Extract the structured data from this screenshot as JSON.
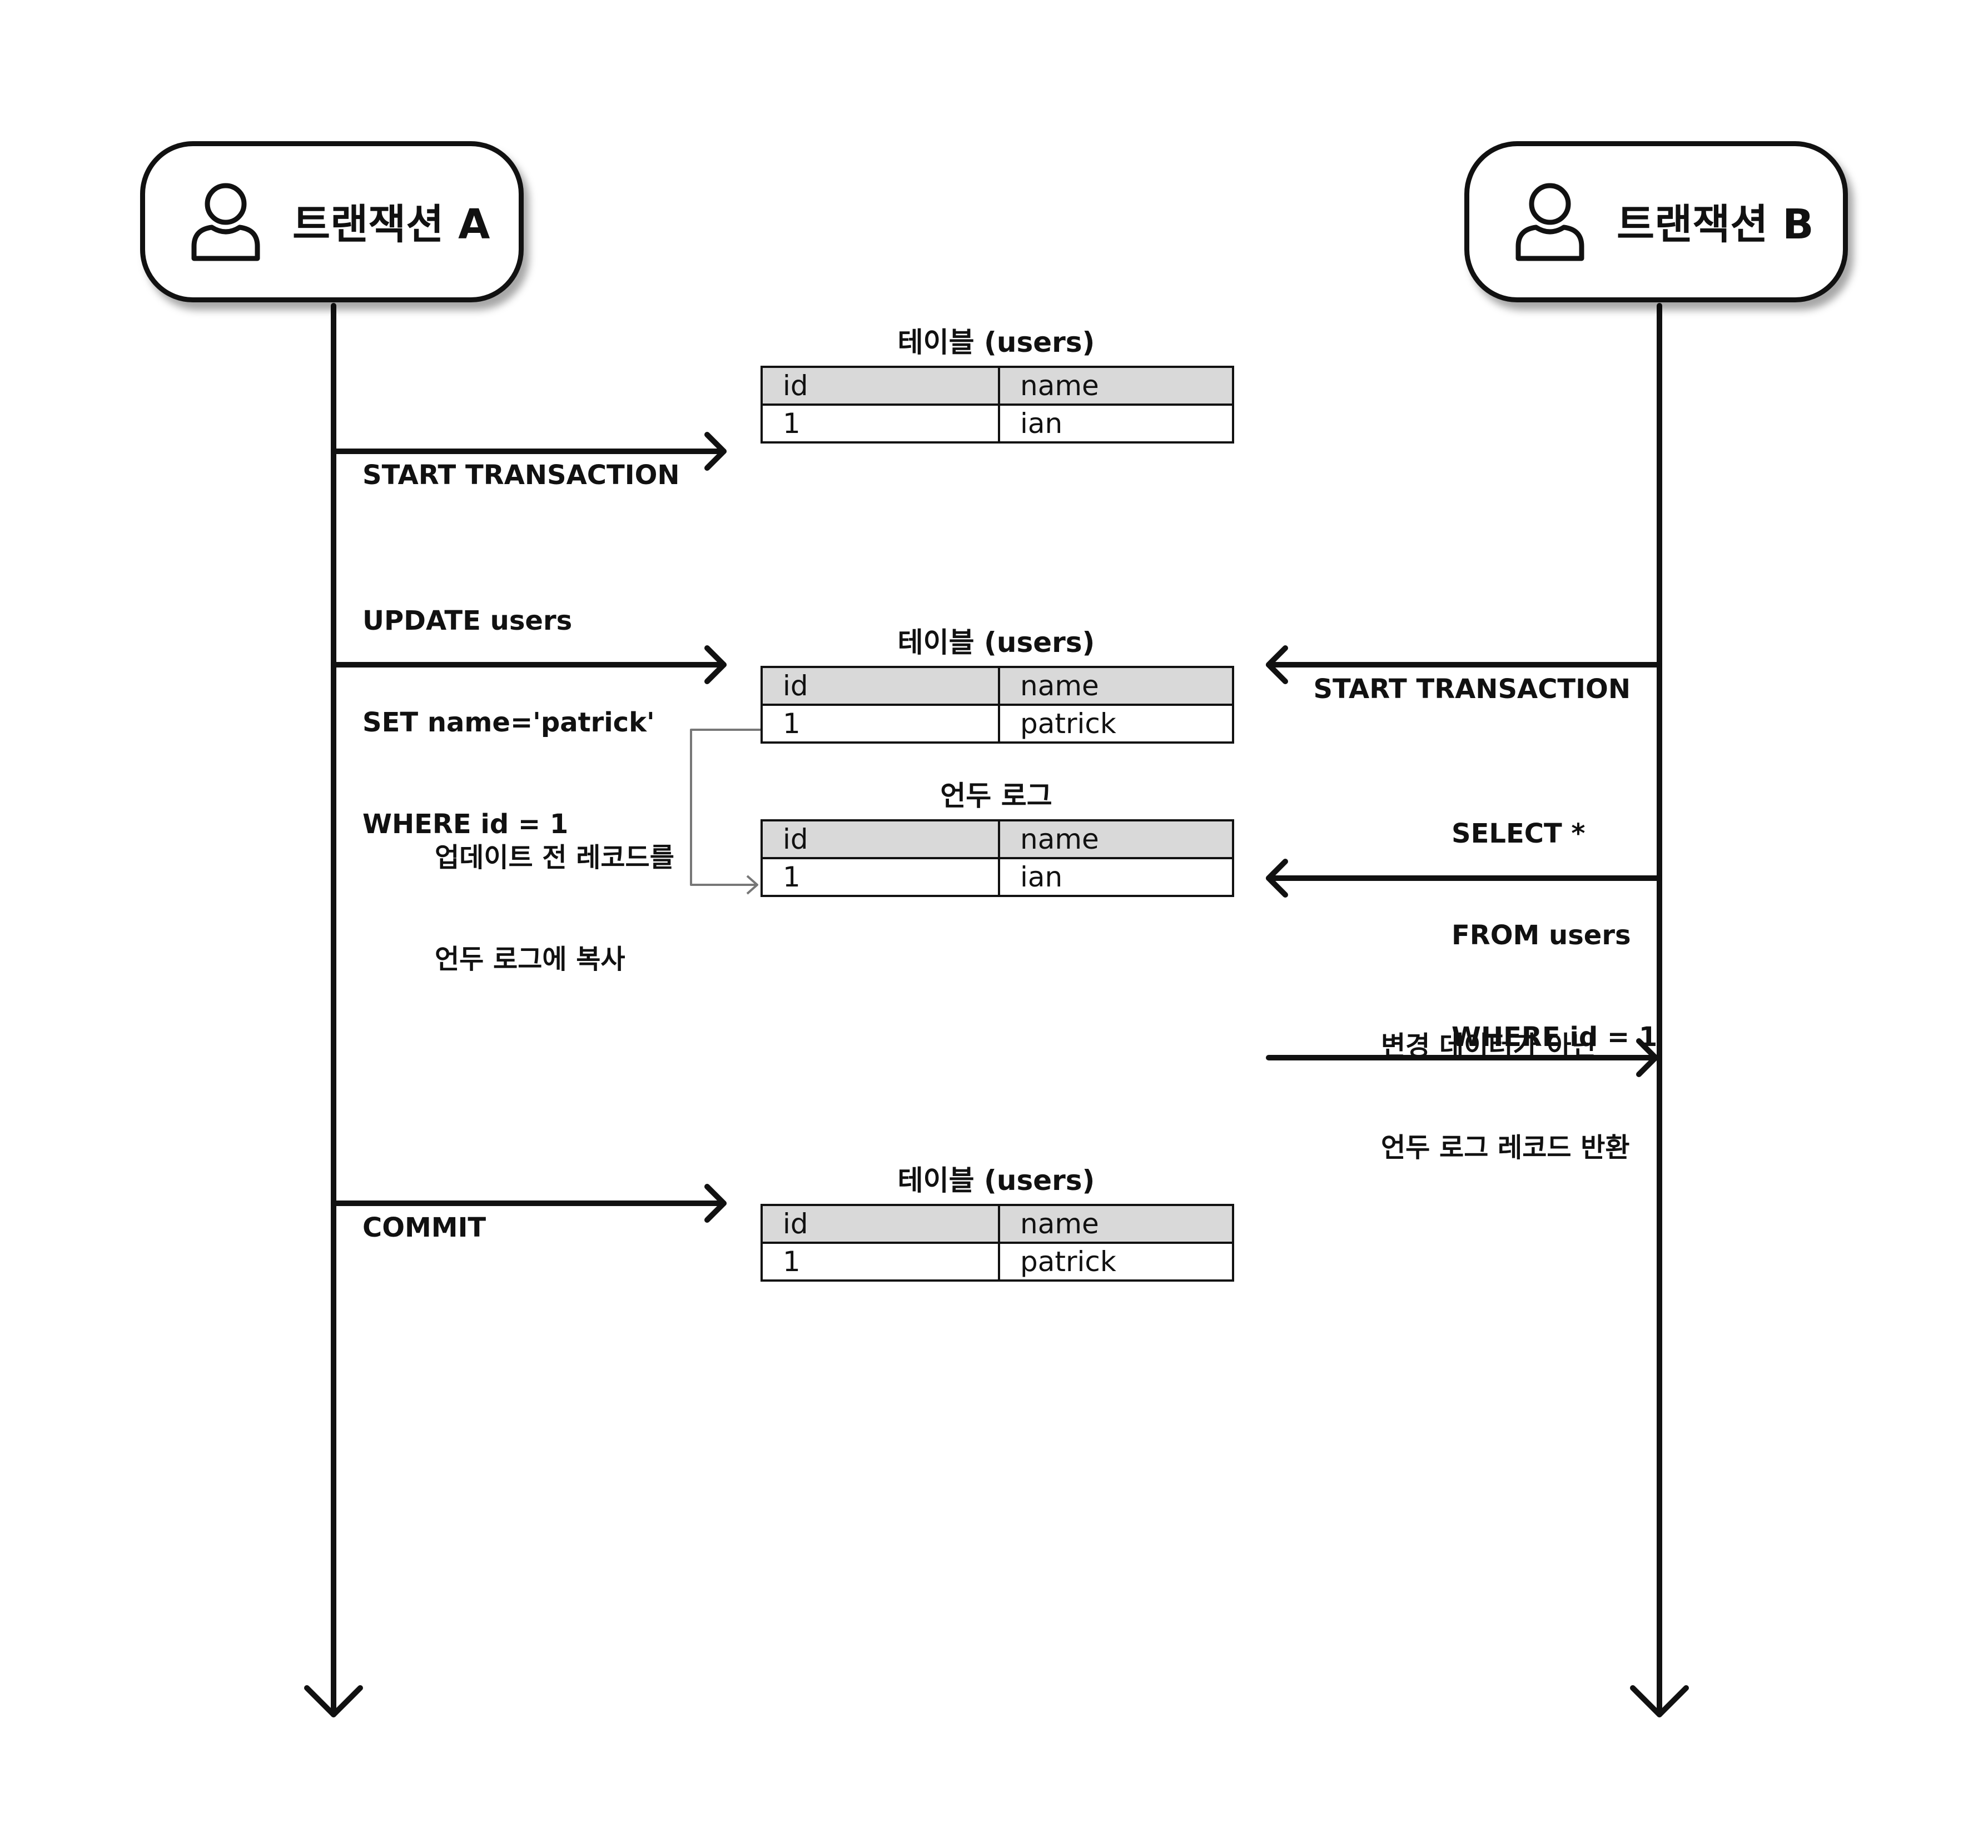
{
  "actors": [
    {
      "name": "트랜잭션 A",
      "icon": "user-icon"
    },
    {
      "name": "트랜잭션 B",
      "icon": "user-icon"
    }
  ],
  "messages": {
    "a_start": [
      "START TRANSACTION"
    ],
    "a_update": [
      "UPDATE users",
      "SET name='patrick'",
      "WHERE id = 1"
    ],
    "a_commit": [
      "COMMIT"
    ],
    "undo_copy": [
      "업데이트 전 레코드를",
      "언두 로그에 복사"
    ],
    "b_start": [
      "START TRANSACTION"
    ],
    "b_select": [
      "SELECT *",
      "FROM users",
      "WHERE id = 1"
    ],
    "b_return": [
      "변경 데이터가 아닌",
      "언두 로그 레코드 반환"
    ]
  },
  "tables": [
    {
      "title": "테이블 (users)",
      "columns": [
        "id",
        "name"
      ],
      "rows": [
        [
          "1",
          "ian"
        ]
      ]
    },
    {
      "title": "테이블 (users)",
      "columns": [
        "id",
        "name"
      ],
      "rows": [
        [
          "1",
          "patrick"
        ]
      ]
    },
    {
      "title": "언두 로그",
      "columns": [
        "id",
        "name"
      ],
      "rows": [
        [
          "1",
          "ian"
        ]
      ]
    },
    {
      "title": "테이블 (users)",
      "columns": [
        "id",
        "name"
      ],
      "rows": [
        [
          "1",
          "patrick"
        ]
      ]
    }
  ],
  "colors": {
    "line": "#111111",
    "header_fill": "#d9d9d9",
    "undo_arrow": "#777777"
  }
}
